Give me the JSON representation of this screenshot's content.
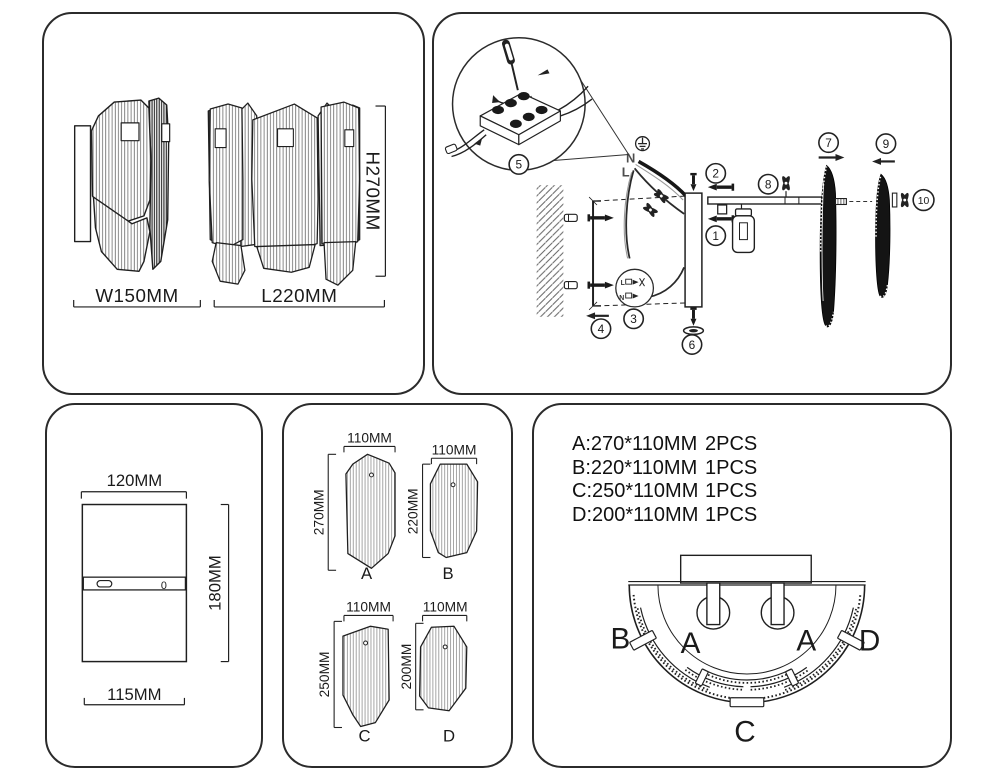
{
  "colors": {
    "ink": "#1f1f1f",
    "panel_border": "#2b2b2b",
    "background": "#ffffff",
    "crystal_dark": "#141414"
  },
  "overview": {
    "width_label": "W150MM",
    "length_label": "L220MM",
    "height_label": "H270MM"
  },
  "assembly": {
    "steps": [
      "1",
      "2",
      "3",
      "4",
      "5",
      "6",
      "7",
      "8",
      "9",
      "10"
    ],
    "wire_labels": {
      "neutral": "N",
      "live": "L"
    },
    "connector_detail_labels": {
      "live": "L",
      "neutral": "N"
    }
  },
  "backplate": {
    "top_width": "120MM",
    "height": "180MM",
    "bottom_width": "115MM",
    "keyhole": "0"
  },
  "crystals": {
    "a": {
      "label": "A",
      "width": "110MM",
      "height": "270MM"
    },
    "b": {
      "label": "B",
      "width": "110MM",
      "height": "220MM"
    },
    "c": {
      "label": "C",
      "width": "110MM",
      "height": "250MM"
    },
    "d": {
      "label": "D",
      "width": "110MM",
      "height": "200MM"
    }
  },
  "parts_list": {
    "rows": [
      {
        "spec": "A:270*110MM",
        "qty": "2PCS"
      },
      {
        "spec": "B:220*110MM",
        "qty": "1PCS"
      },
      {
        "spec": "C:250*110MM",
        "qty": "1PCS"
      },
      {
        "spec": "D:200*110MM",
        "qty": "1PCS"
      }
    ],
    "top_view": {
      "left": "B",
      "mid_left": "A",
      "mid_right": "A",
      "right": "D",
      "bottom": "C"
    }
  }
}
